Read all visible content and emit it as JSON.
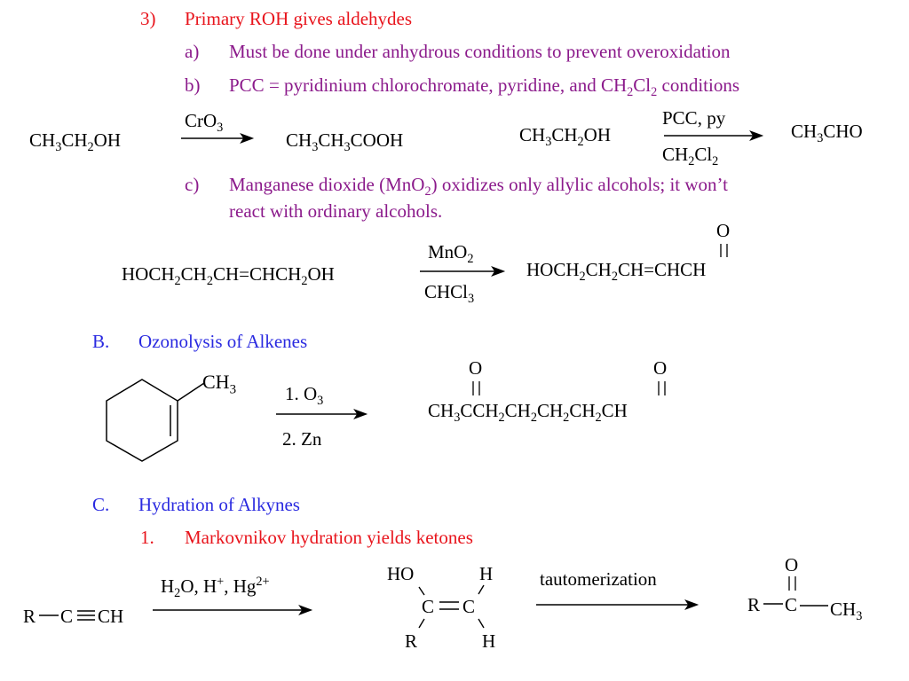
{
  "section_a_item3": {
    "number": "3)",
    "text": "Primary ROH gives aldehydes",
    "sub_a": {
      "marker": "a)",
      "text": "Must be done under anhydrous conditions to prevent overoxidation"
    },
    "sub_b": {
      "marker": "b)",
      "pre": "PCC = pyridinium chlorochromate, pyridine, and CH",
      "s1": "2",
      "mid": "Cl",
      "s2": "2",
      "post": " conditions"
    },
    "sub_c": {
      "marker": "c)",
      "line1_pre": "Manganese dioxide (MnO",
      "line1_sub": "2",
      "line1_post": ") oxidizes only allylic alcohols; it won’t",
      "line2": "react with ordinary alcohols."
    }
  },
  "rxn_cro3": {
    "reactant": {
      "a": "CH",
      "b": "3",
      "c": "CH",
      "d": "2",
      "e": "OH"
    },
    "reagent": {
      "a": "CrO",
      "b": "3"
    },
    "product": {
      "a": "CH",
      "b": "3",
      "c": "CH",
      "d": "3",
      "e": "COOH"
    }
  },
  "rxn_pcc": {
    "reactant": {
      "a": "CH",
      "b": "3",
      "c": "CH",
      "d": "2",
      "e": "OH"
    },
    "reagent_top": "PCC, py",
    "reagent_bottom": {
      "a": "CH",
      "b": "2",
      "c": "Cl",
      "d": "2"
    },
    "product": {
      "a": "CH",
      "b": "3",
      "c": "CHO"
    }
  },
  "rxn_mno2": {
    "reactant": {
      "a": "HOCH",
      "b": "2",
      "c": "CH",
      "d": "2",
      "e": "CH=CHCH",
      "f": "2",
      "g": "OH"
    },
    "reagent_top": {
      "a": "MnO",
      "b": "2"
    },
    "reagent_bottom": {
      "a": "CHCl",
      "b": "3"
    },
    "product": {
      "a": "HOCH",
      "b": "2",
      "c": "CH",
      "d": "2",
      "e": "CH=CHCH"
    },
    "product_o": "O"
  },
  "section_b": {
    "marker": "B.",
    "title": "Ozonolysis of Alkenes",
    "substituent": {
      "a": "CH",
      "b": "3"
    },
    "step1": {
      "a": "1. O",
      "b": "3"
    },
    "step2": "2. Zn",
    "product": {
      "a": "CH",
      "b": "3",
      "c": "CCH",
      "d": "2",
      "e": "CH",
      "f": "2",
      "g": "CH",
      "h": "2",
      "i": "CH",
      "j": "2",
      "k": "CH"
    },
    "o_left": "O",
    "o_right": "O"
  },
  "section_c": {
    "marker": "C.",
    "title": "Hydration of Alkynes",
    "item1": {
      "number": "1.",
      "text": "Markovnikov hydration yields ketones"
    },
    "alkyne": {
      "r": "R",
      "c1": "C",
      "c2": "CH"
    },
    "reagent": {
      "a": "H",
      "b": "2",
      "c": "O, H",
      "d": "+",
      "e": ", Hg",
      "f": "2+"
    },
    "enol": {
      "ho": "HO",
      "h_top": "H",
      "c_left": "C",
      "c_right": "C",
      "r": "R",
      "h_bottom": "H"
    },
    "tautomer_label": "tautomerization",
    "ketone": {
      "o": "O",
      "r": "R",
      "c": "C",
      "ch": "CH",
      "ch_sub": "3"
    }
  }
}
